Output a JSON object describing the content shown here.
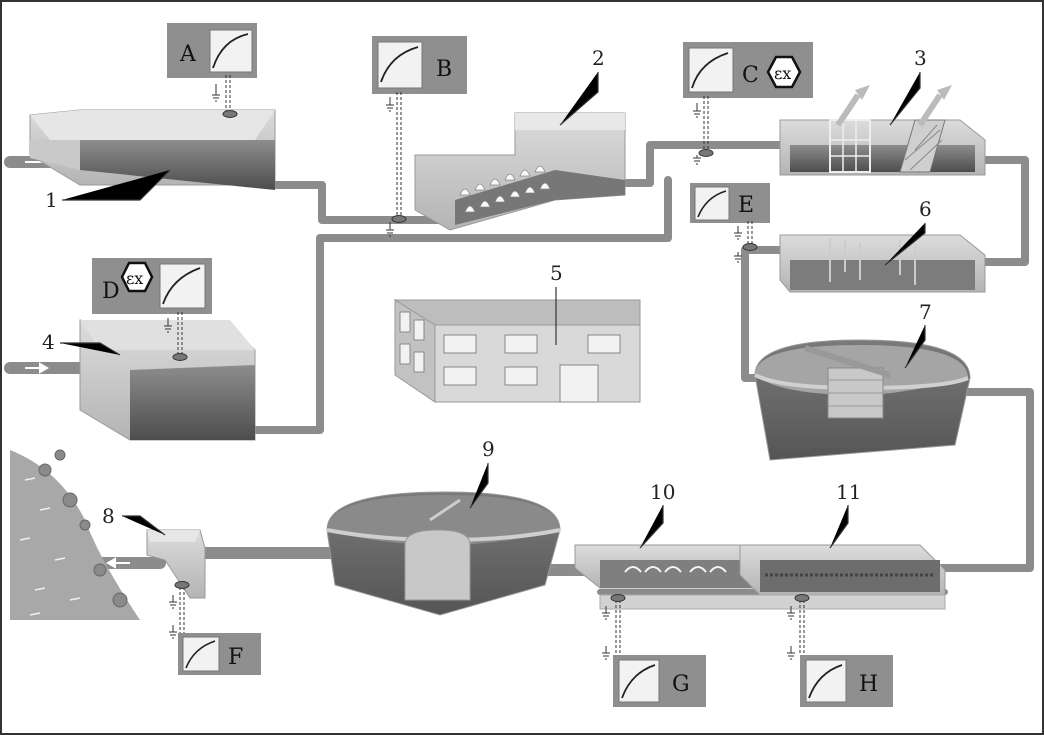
{
  "stage_labels": [
    "1",
    "2",
    "3",
    "4",
    "5",
    "6",
    "7",
    "8",
    "9",
    "10",
    "11"
  ],
  "instruments": [
    {
      "tag": "A",
      "ex": false
    },
    {
      "tag": "B",
      "ex": false
    },
    {
      "tag": "C",
      "ex": true
    },
    {
      "tag": "D",
      "ex": true
    },
    {
      "tag": "E",
      "ex": false
    },
    {
      "tag": "F",
      "ex": false
    },
    {
      "tag": "G",
      "ex": false
    },
    {
      "tag": "H",
      "ex": false
    }
  ],
  "ex_symbol": "εx",
  "colors": {
    "pipe": "#8c8c8c",
    "pipe_light": "#b8b8b8",
    "tank_dark": "#6e6e6e",
    "tank_mid": "#9a9a9a",
    "tank_light": "#d4d4d4",
    "panel": "#8f8f8f",
    "panel_face": "#f2f2f2"
  }
}
